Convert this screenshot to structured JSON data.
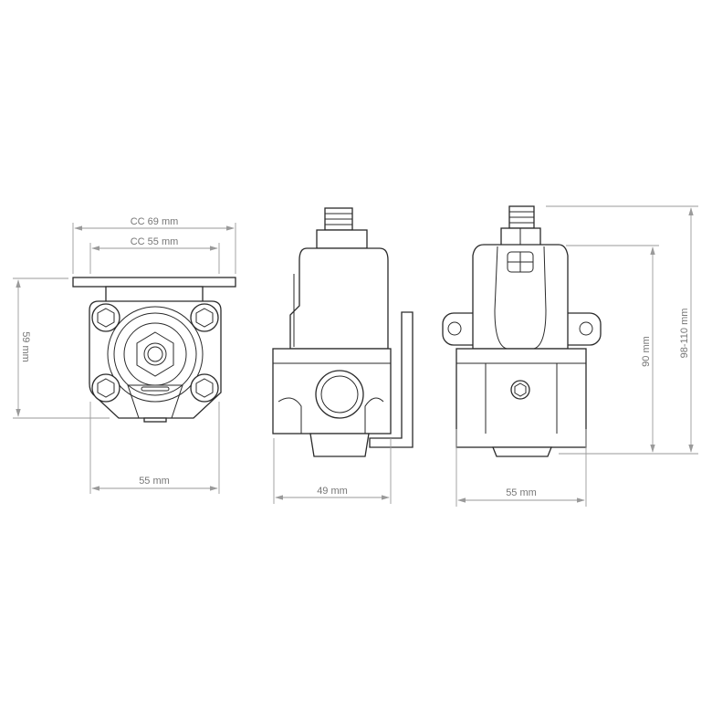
{
  "views": {
    "front": {
      "dim_cc_outer": "CC 69 mm",
      "dim_cc_inner": "CC 55 mm",
      "dim_height": "59 mm",
      "dim_width": "55 mm"
    },
    "side": {
      "dim_width": "49 mm"
    },
    "rear": {
      "dim_width": "55 mm",
      "dim_body_height": "90 mm",
      "dim_total_height": "98-110 mm"
    }
  },
  "colors": {
    "line": "#2a2a2a",
    "dimension": "#9a9a9a",
    "label": "#777777"
  }
}
